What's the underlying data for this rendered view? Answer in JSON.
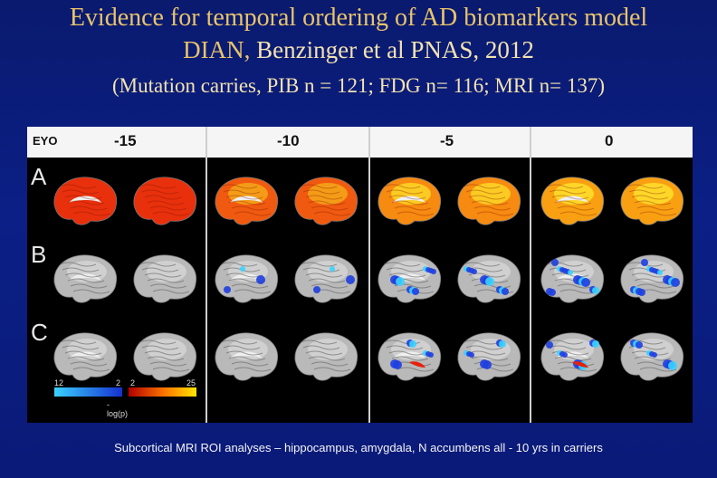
{
  "slide": {
    "title_line1": "Evidence for temporal ordering of AD biomarkers model",
    "title_line2_accent": "DIAN,",
    "title_line2_rest": " Benzinger et al PNAS, 2012",
    "subtitle": "(Mutation carries, PIB n = 121; FDG n= 116; MRI n= 137)",
    "caption": "Subcortical MRI ROI analyses – hippocampus, amygdala,  N accumbens all - 10 yrs in carriers"
  },
  "figure": {
    "eyo_label": "EYO",
    "columns": [
      "-15",
      "-10",
      "-5",
      "0"
    ],
    "rows": [
      "A",
      "B",
      "C"
    ],
    "legend": {
      "blue_min": "12",
      "blue_max": "2",
      "red_min": "2",
      "red_max": "25",
      "caption": "-log(p)"
    }
  },
  "colors": {
    "background": "#0b1f86",
    "title": "#e8c46a",
    "pib_map": "#ff3a10",
    "hypo_map": "#2a5cff",
    "cortex": "#b8b8b8"
  }
}
